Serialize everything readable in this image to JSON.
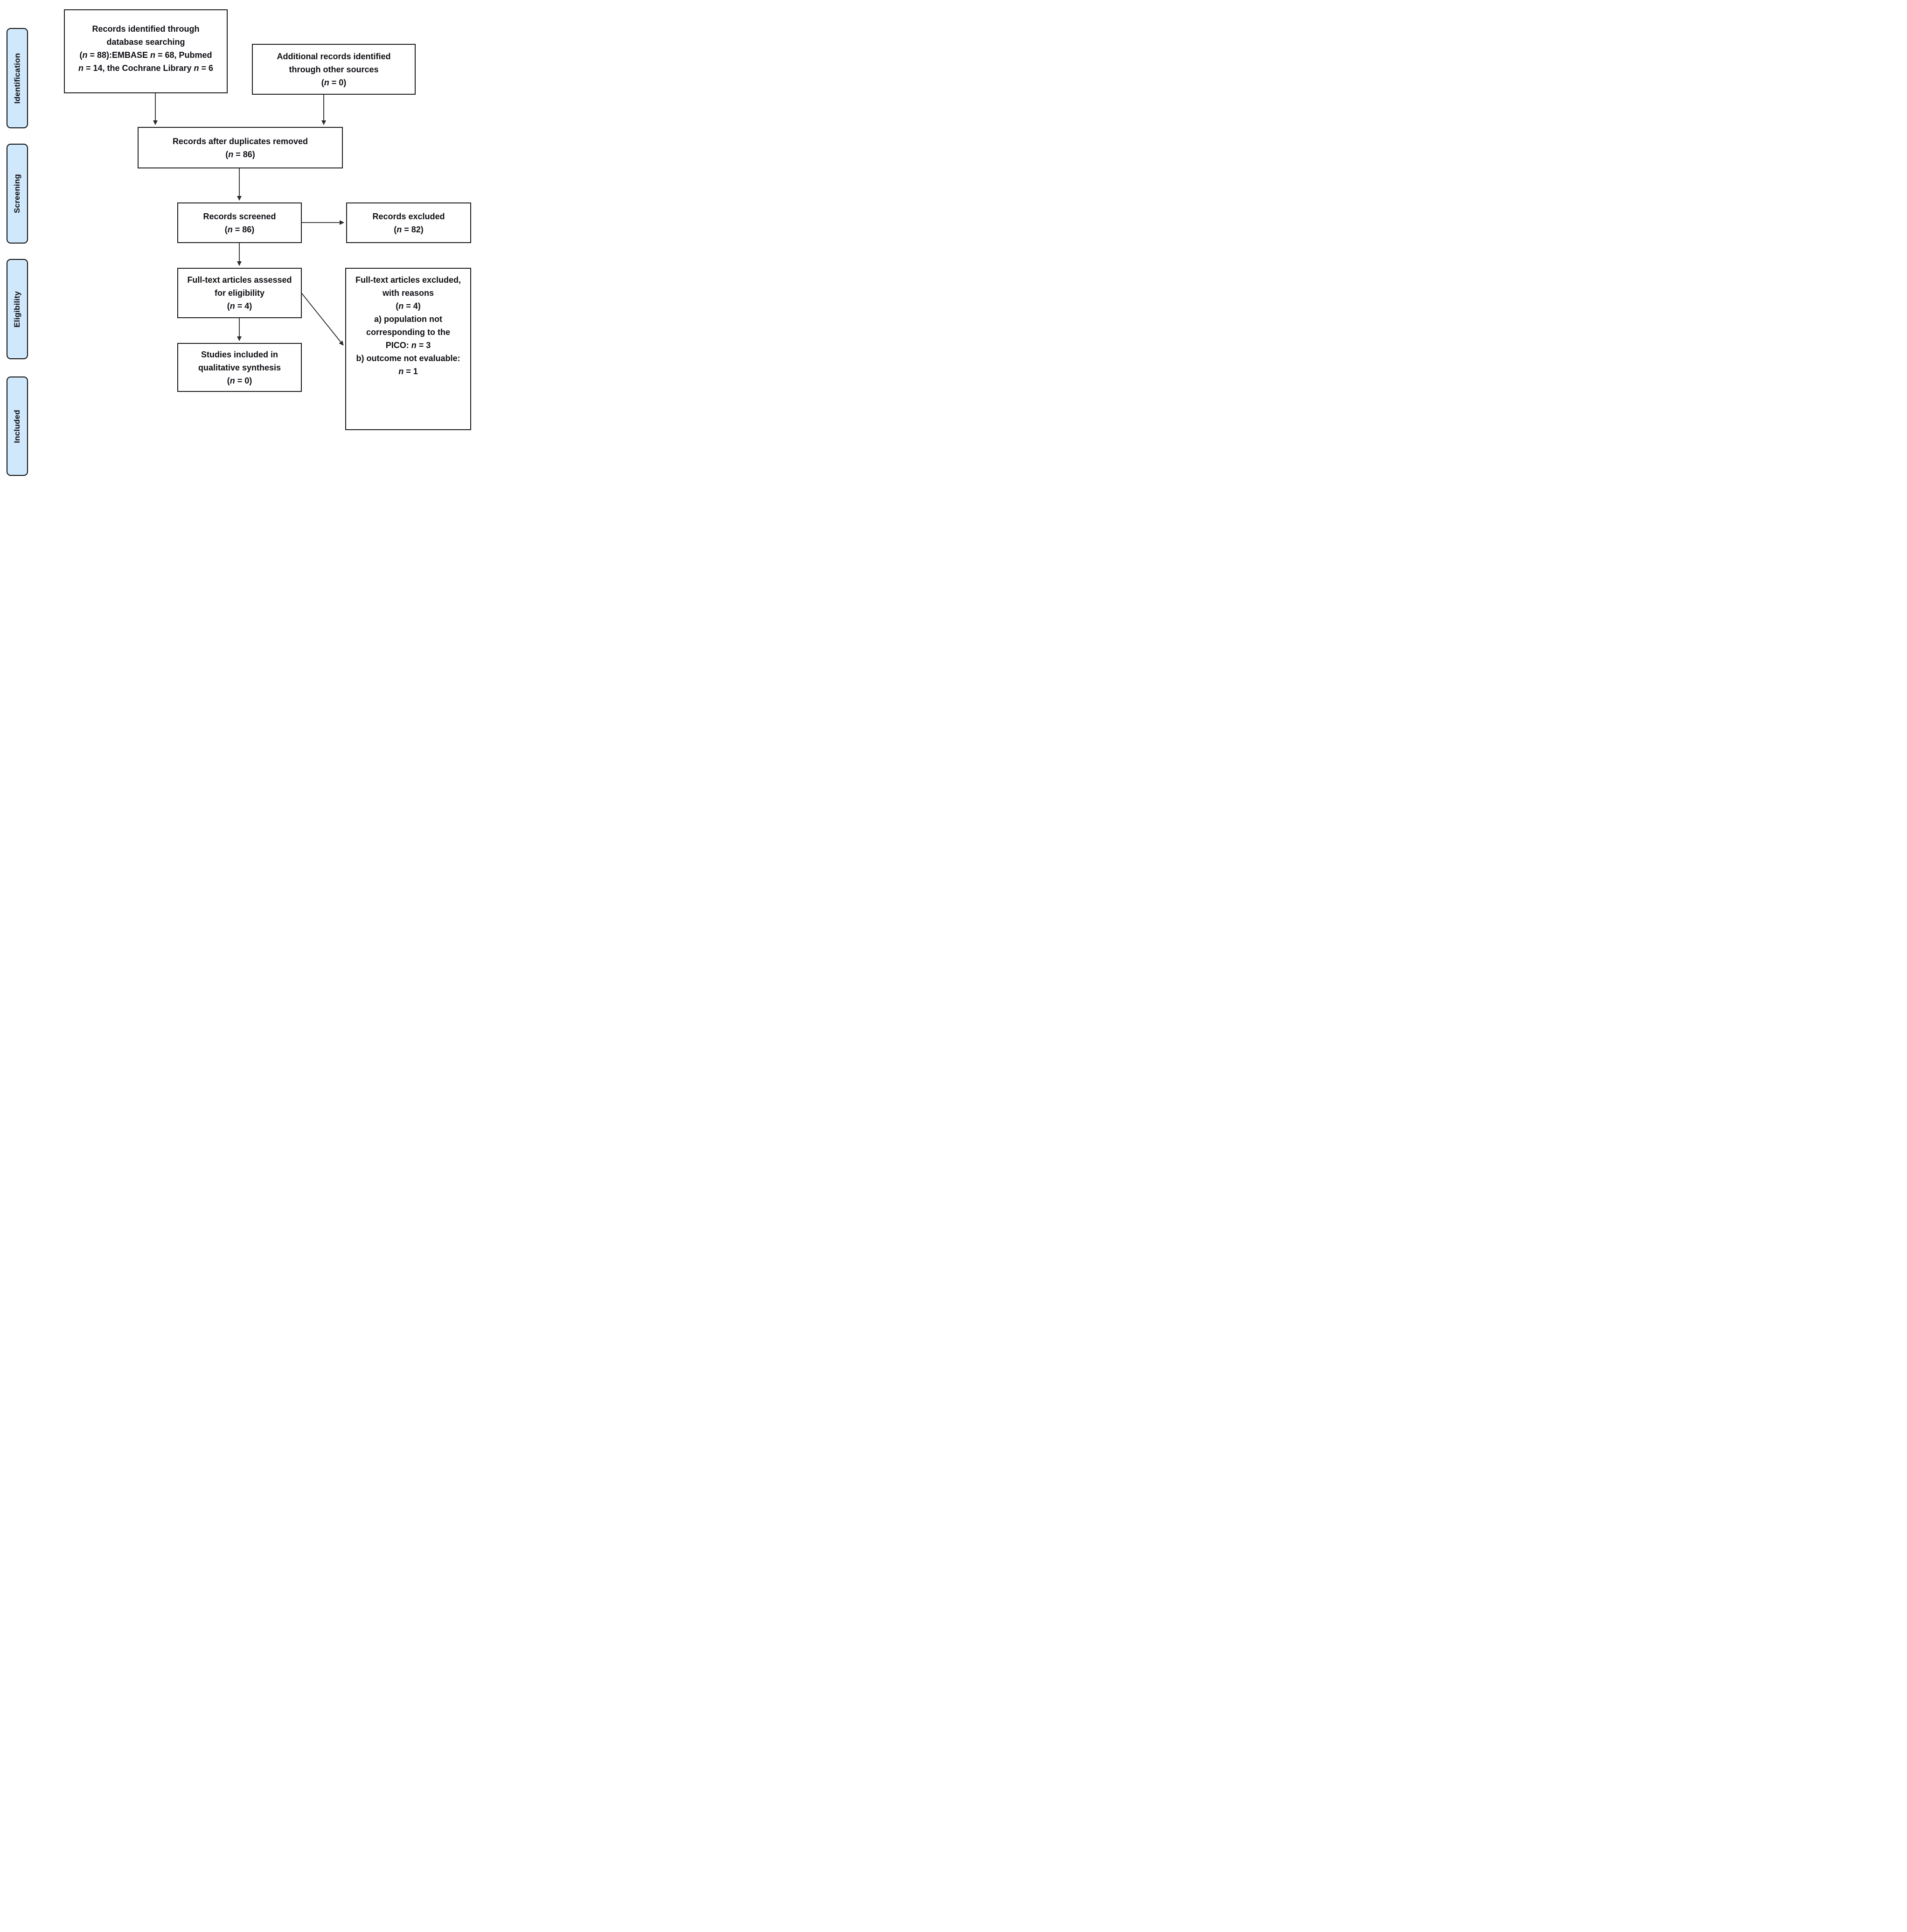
{
  "sidebar": {
    "stages": [
      {
        "id": "identification",
        "label": "Identification"
      },
      {
        "id": "screening",
        "label": "Screening"
      },
      {
        "id": "eligibility",
        "label": "Eligibility"
      },
      {
        "id": "included",
        "label": "Included"
      }
    ]
  },
  "boxes": {
    "records_identified": {
      "lines": [
        "Records identified through",
        "database searching",
        "(n = 88):EMBASE n = 68, Pubmed",
        "n = 14, the Cochrane Library n = 6"
      ]
    },
    "additional_records": {
      "lines": [
        "Additional records identified",
        "through other sources",
        "(n = 0)"
      ]
    },
    "duplicates_removed": {
      "lines": [
        "Records after duplicates removed",
        "(n = 86)"
      ]
    },
    "records_screened": {
      "lines": [
        "Records screened",
        "(n = 86)"
      ]
    },
    "records_excluded": {
      "lines": [
        "Records excluded",
        "(n = 82)"
      ]
    },
    "fulltext_assessed": {
      "lines": [
        "Full-text articles assessed",
        "for eligibility",
        "(n = 4)"
      ]
    },
    "fulltext_excluded": {
      "lines": [
        "Full-text articles excluded,",
        "with reasons",
        "(n = 4)",
        "a) population not",
        "corresponding to the",
        "PICO: n = 3",
        "b) outcome not evaluable:",
        "n = 1"
      ]
    },
    "studies_included": {
      "lines": [
        "Studies included in",
        "qualitative synthesis",
        "(n = 0)"
      ]
    }
  },
  "edges": [
    {
      "from": "records_identified",
      "to": "duplicates_removed"
    },
    {
      "from": "additional_records",
      "to": "duplicates_removed"
    },
    {
      "from": "duplicates_removed",
      "to": "records_screened"
    },
    {
      "from": "records_screened",
      "to": "records_excluded"
    },
    {
      "from": "records_screened",
      "to": "fulltext_assessed"
    },
    {
      "from": "fulltext_assessed",
      "to": "fulltext_excluded"
    },
    {
      "from": "fulltext_assessed",
      "to": "studies_included"
    }
  ],
  "colors": {
    "stage_fill": "#cfe8fb",
    "stage_border": "#0a0a0a",
    "box_border": "#1c1c1c",
    "box_fill": "#ffffff",
    "text": "#0e0e14",
    "arrow": "#2a2a2a",
    "background": "#ffffff"
  }
}
